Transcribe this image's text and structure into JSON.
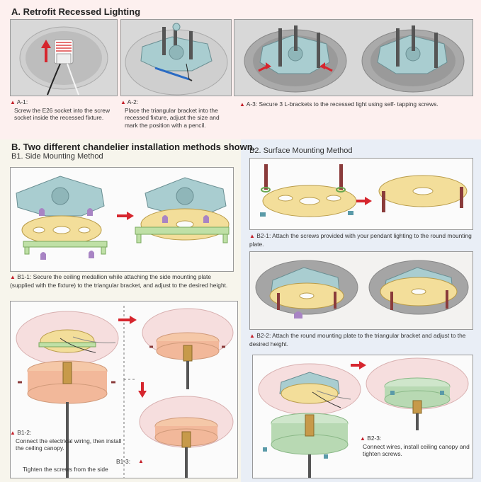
{
  "sectionA": {
    "title": "A. Retrofit Recessed Lighting",
    "captions": {
      "a1_label": "A-1:",
      "a1_text": "Screw the E26 socket into the screw socket inside the recessed fixture.",
      "a2_label": "A-2:",
      "a2_text": "Place the triangular bracket into the recessed fixture, adjust the size and mark the position with a pencil.",
      "a3_label": "A-3:",
      "a3_text": "Secure 3 L-brackets to the recessed light using self- tapping screws."
    }
  },
  "sectionB": {
    "title": "B. Two different chandelier installation methods shown.",
    "b1_title": "B1. Side Mounting Method",
    "b2_title": "B2. Surface Mounting Method",
    "captions": {
      "b1_1_label": "B1-1:",
      "b1_1_text": "Secure the ceiling medallion while attaching the side mounting plate (supplied with the fixture) to the triangular bracket, and adjust to the desired height.",
      "b1_2_label": "B1-2:",
      "b1_2_text": "Connect the electrical wiring, then install the ceiling canopy.",
      "b1_3_label": "B1-3:",
      "b1_3_text": "Tighten the screws from the side",
      "b2_1_label": "B2-1:",
      "b2_1_text": "Attach the screws provided with your pendant lighting to the round mounting plate.",
      "b2_2_label": "B2-2:",
      "b2_2_text": "Attach the round mounting plate to the triangular bracket and adjust to the desired height.",
      "b2_3_label": "B2-3:",
      "b2_3_text": "Connect wires, install ceiling canopy and tighten screws."
    }
  },
  "colors": {
    "accent_red": "#d6262e",
    "bracket_teal": "#a9cdd0",
    "plate_yellow": "#f3de9a",
    "plate_green": "#bfe0a6",
    "canopy_pink": "#f2c6c4",
    "canopy_orange": "#f2b89a",
    "canopy_green": "#b8d9b3",
    "screw_purple": "#a884c4",
    "screw_maroon": "#8a3b3b"
  }
}
